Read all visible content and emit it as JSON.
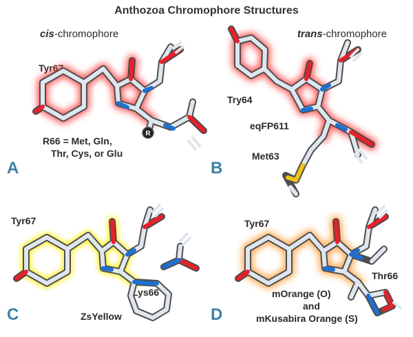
{
  "figure": {
    "title": "Anthozoa Chromophore Structures",
    "panels": [
      {
        "id": "A",
        "panel_label": "A",
        "subtitle_italic": "cis",
        "subtitle_rest": "-chromophore",
        "residue_label": "Tyr67",
        "r_atom": "R",
        "note_lines": [
          "R66 = Met, Gln,",
          "Thr, Cys, or Glu"
        ],
        "glow_color": "#ff3b3b"
      },
      {
        "id": "B",
        "panel_label": "B",
        "subtitle_italic": "trans",
        "subtitle_rest": "-chromophore",
        "labels": [
          "Try64",
          "eqFP611",
          "Met63"
        ],
        "glow_color": "#ff3b3b"
      },
      {
        "id": "C",
        "panel_label": "C",
        "labels": [
          "Tyr67",
          "Lys66",
          "ZsYellow"
        ],
        "glow_color": "#ffee00"
      },
      {
        "id": "D",
        "panel_label": "D",
        "labels": [
          "Tyr67",
          "Thr66",
          "mOrange (O)",
          "and",
          "mKusabira Orange (S)"
        ],
        "glow_color": "#ff9a2e"
      }
    ],
    "atom_colors": {
      "carbon": "#dfe6ee",
      "oxygen": "#e8202a",
      "nitrogen": "#1f6fd1",
      "sulfur": "#f2c21a",
      "outline": "#4d4d4d",
      "panel_label": "#3f7ea5"
    }
  }
}
